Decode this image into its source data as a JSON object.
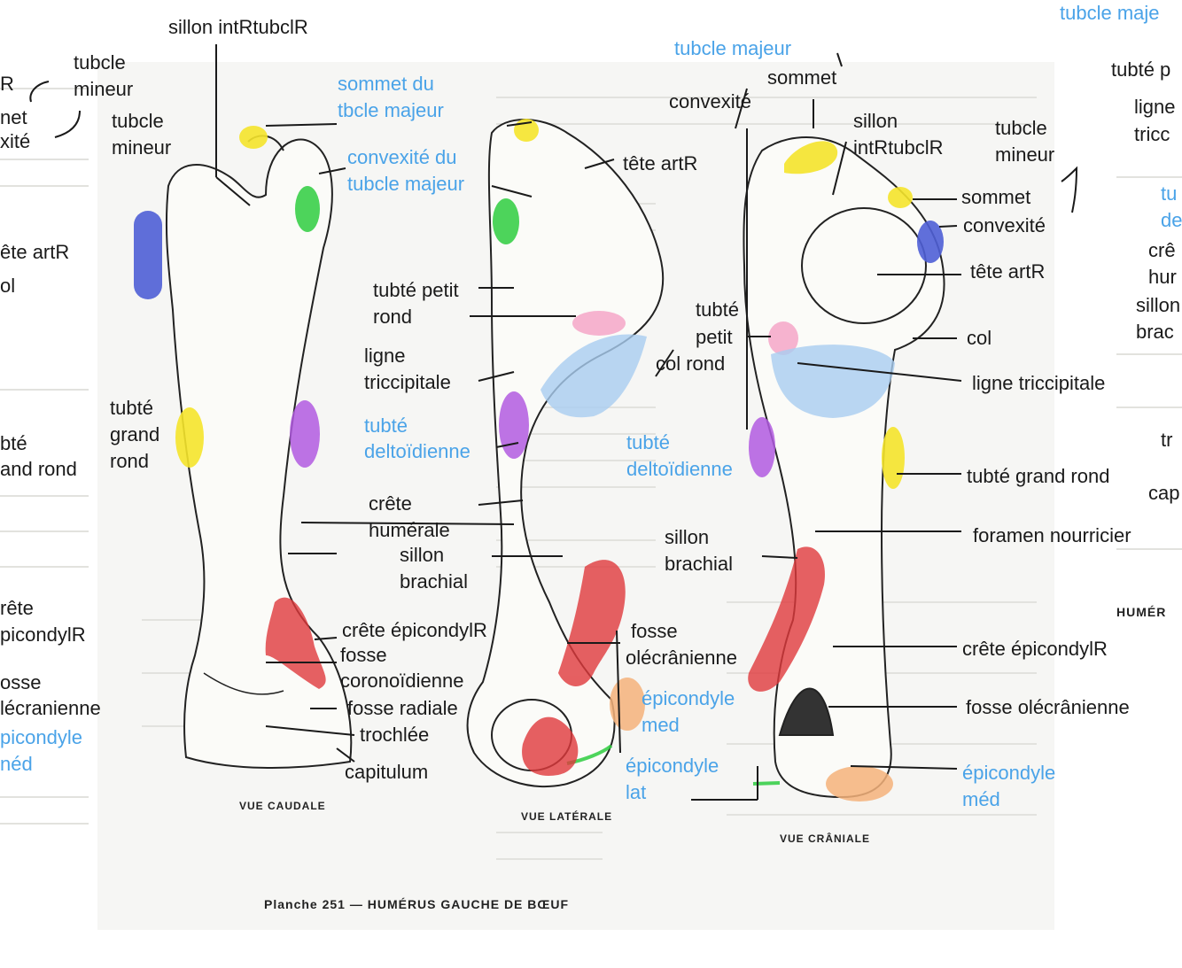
{
  "caption": "Planche 251 — HUMÉRUS GAUCHE DE BŒUF",
  "view_tags": [
    "VUE CAUDALE",
    "VUE LATÉRALE",
    "VUE CRÂNIALE"
  ],
  "right_edge_fragment": "HUMÉR",
  "colors": {
    "label_black": "#1a1a1a",
    "label_blue": "#4aa3e8",
    "yellow": "#f5e42b",
    "green": "#2ecc40",
    "blue": "#4f5fd6",
    "purple": "#b25be0",
    "pink": "#f4a6c8",
    "light_blue": "#a9cdf0",
    "red": "#e0393c",
    "orange": "#f4b27a"
  },
  "labels": {
    "sillon_intrtubclr_top": "sillon intRtubclR",
    "tubcle_mineur_1": "tubcle",
    "tubcle_mineur_1b": "mineur",
    "tubcle_mineur_2": "tubcle",
    "tubcle_mineur_2b": "mineur",
    "sommet_du_tbcle": "sommet du",
    "sommet_du_tbcle_b": "tbcle majeur",
    "convexite_du": "convexité du",
    "convexite_du_b": "tubcle majeur",
    "tubte_petit_rond": "tubté petit",
    "tubte_petit_rond_b": "rond",
    "ligne_tricc_mid": "ligne",
    "ligne_tricc_mid_b": "tricсipitale",
    "tubte_delto_mid": "tubté",
    "tubte_delto_mid_b": "deltoïdienne",
    "tubte_grand_rond_l": "tubté",
    "tubte_grand_rond_lb": "grand",
    "tubte_grand_rond_lc": "rond",
    "crete_humerale": "crête",
    "crete_humerale_b": "humérale",
    "sillon_brachial_mid": "sillon",
    "sillon_brachial_mid_b": "brachial",
    "crete_epicondylr_mid": "crête épicondylR",
    "fosse_coronoidienne": "fosse",
    "fosse_coronoidienne_b": "coronoïdienne",
    "fosse_radiale": "fosse radiale",
    "trochlee": "trochlée",
    "capitulum": "capitulum",
    "tubcle_majeur_top": "tubcle majeur",
    "tete_artr_mid": "tête artR",
    "tubte_petit_col": "tubté",
    "tubte_petit_col_b": "petit",
    "col_rond": "col rond",
    "tubte_delto_right": "tubté",
    "tubte_delto_right_b": "deltoïdienne",
    "sillon_brachial_right": "sillon",
    "sillon_brachial_right_b": "brachial",
    "fosse_olecranienne_mid": "fosse",
    "fosse_olecranienne_mid_b": "olécrânienne",
    "epicondyle_med_mid": "épicondyle",
    "epicondyle_med_mid_b": "med",
    "epicondyle_lat": "épicondyle",
    "epicondyle_lat_b": "lat",
    "sommet_r": "sommet",
    "convexite_r": "convexité",
    "sillon_intrtubclr_r": "sillon",
    "sillon_intrtubclr_rb": "intRtubclR",
    "tubcle_mineur_r": "tubcle",
    "tubcle_mineur_rb": "mineur",
    "sommet_r2": "sommet",
    "convexite_r2": "convexité",
    "tete_artr_r": "tête artR",
    "col_r": "col",
    "ligne_tricc_r": "ligne triccipitale",
    "tubte_grand_rond_r": "tubté grand rond",
    "foramen_nourricier": "foramen nourricier",
    "crete_epicondylr_r": "crête épicondylR",
    "fosse_olecranienne_r": "fosse olécrânienne",
    "epicondyle_med_r": "épicondyle",
    "epicondyle_med_rb": "méd",
    "left_frag_R": "R",
    "left_frag_met": "net",
    "left_frag_xite": "xité",
    "left_frag_tete": "ête artR",
    "left_frag_col": "ol",
    "left_frag_tubte": "bté",
    "left_frag_andrond": "and rond",
    "left_frag_rete": "rête",
    "left_frag_picondylr": "picondylR",
    "left_frag_osse": "osse",
    "left_frag_olecr": "lécranienne",
    "left_frag_picondyle": "picondyle",
    "left_frag_med": "néd",
    "right_frag_tubcle_maj": "tubcle maje",
    "right_frag_tubte_p": "tubté p",
    "right_frag_ligne": "ligne",
    "right_frag_tricc": "tricc",
    "right_frag_tu": "tu",
    "right_frag_de": "de",
    "right_frag_cre": "crê",
    "right_frag_hur": "hur",
    "right_frag_sillon": "sillon",
    "right_frag_brac": "brac",
    "right_frag_tr": "tr",
    "right_frag_cap": "cap"
  }
}
